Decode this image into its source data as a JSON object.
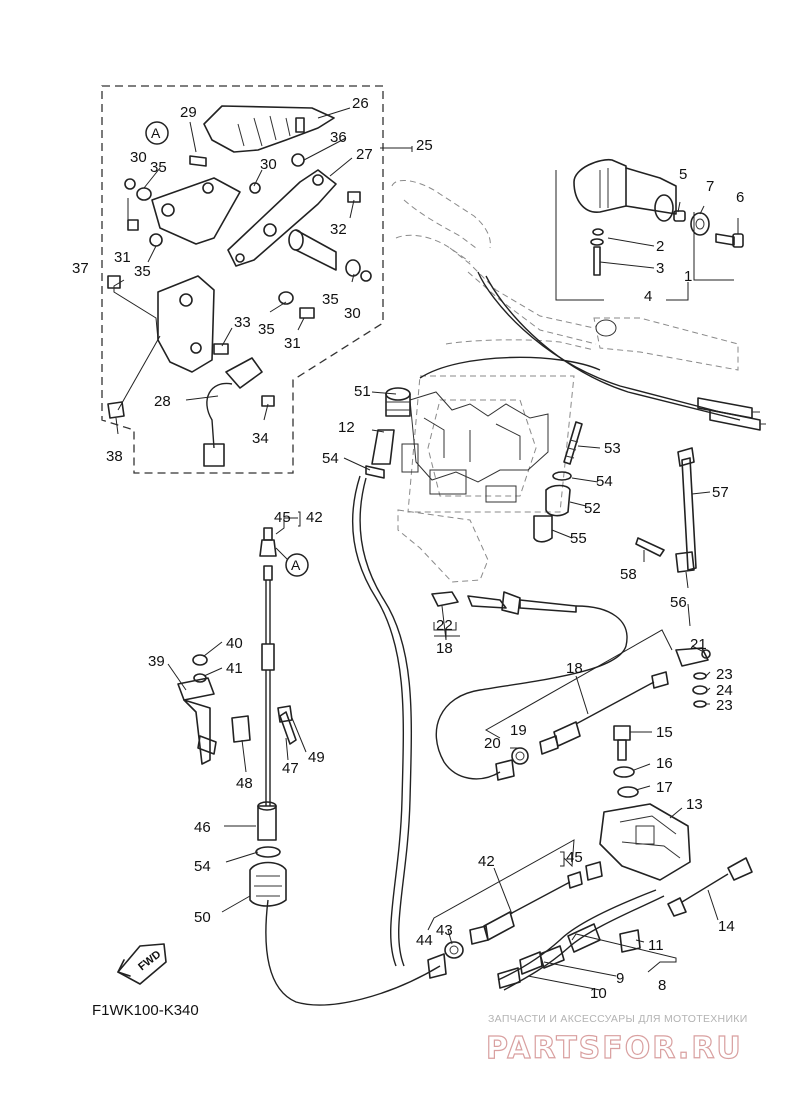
{
  "diagram": {
    "code": "F1WK100-K340",
    "fwd_label": "FWD",
    "ref_marker": "A",
    "labels": [
      "1",
      "2",
      "3",
      "4",
      "5",
      "6",
      "7",
      "8",
      "9",
      "10",
      "11",
      "12",
      "13",
      "14",
      "15",
      "16",
      "17",
      "18",
      "18",
      "19",
      "20",
      "21",
      "22",
      "23",
      "23",
      "24",
      "25",
      "26",
      "27",
      "28",
      "29",
      "30",
      "30",
      "30",
      "31",
      "31",
      "32",
      "33",
      "34",
      "35",
      "35",
      "35",
      "35",
      "36",
      "37",
      "38",
      "39",
      "40",
      "41",
      "42",
      "42",
      "43",
      "44",
      "45",
      "45",
      "46",
      "47",
      "48",
      "49",
      "50",
      "51",
      "52",
      "53",
      "54",
      "54",
      "54",
      "55",
      "56",
      "57",
      "58"
    ]
  },
  "watermark": {
    "subtitle": "ЗАПЧАСТИ И АКСЕССУАРЫ ДЛЯ МОТОТЕХНИКИ",
    "brand": "PARTSFOR.RU"
  },
  "colors": {
    "line": "#222222",
    "watermark_brand": "#d9a0a0",
    "watermark_text": "#b3b3b3"
  }
}
